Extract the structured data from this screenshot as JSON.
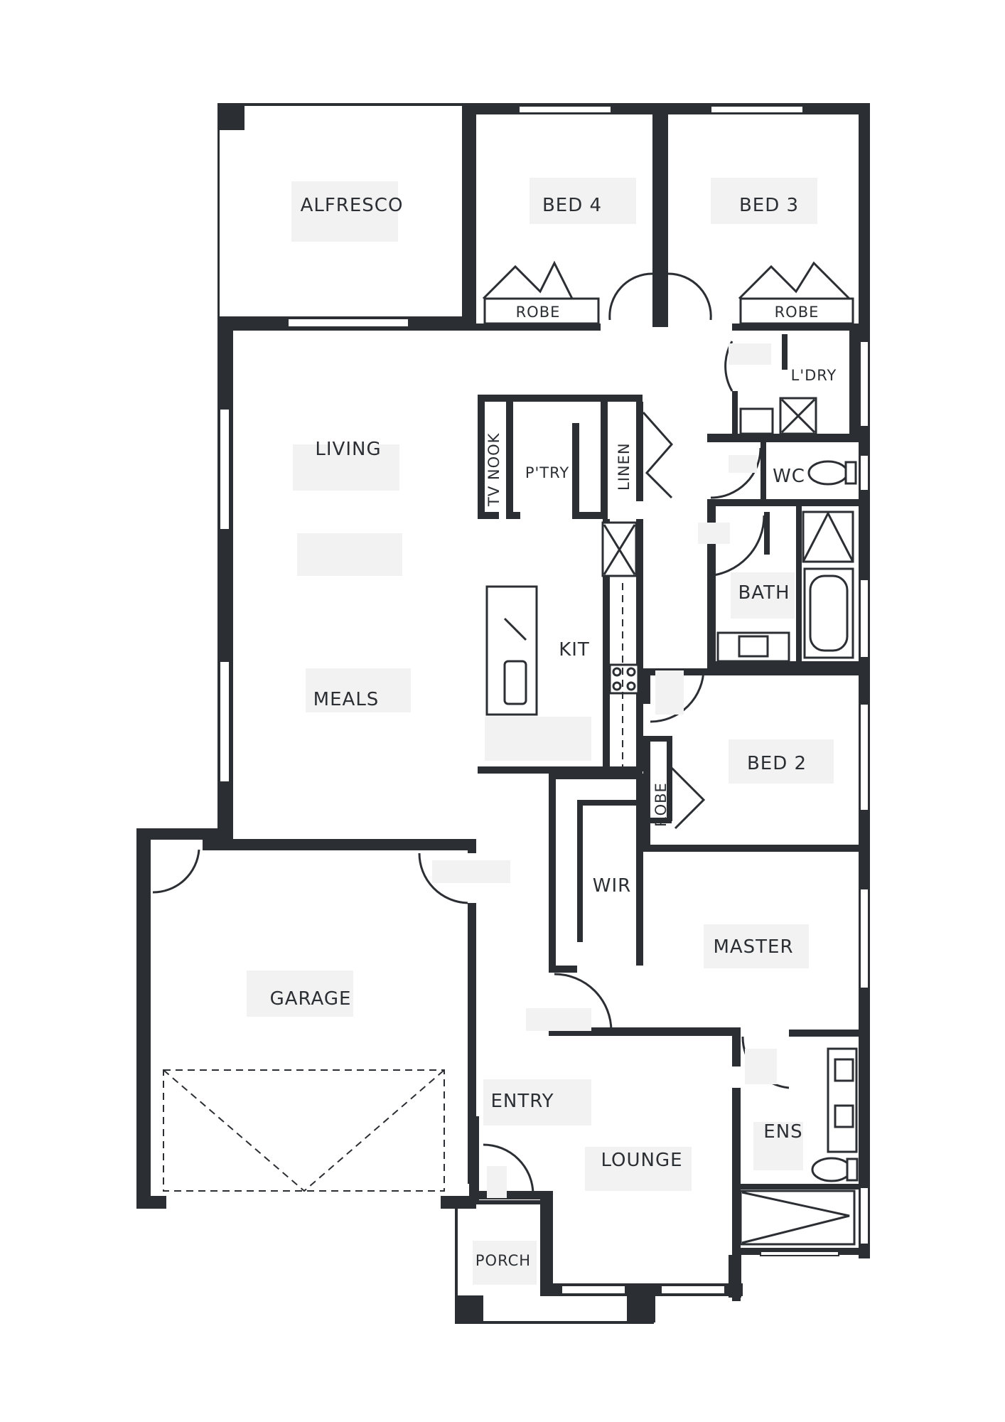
{
  "rooms": {
    "alfresco": "ALFRESCO",
    "bed4": "BED 4",
    "bed3": "BED 3",
    "robe_bed4": "ROBE",
    "robe_bed3": "ROBE",
    "laundry": "L'DRY",
    "living": "LIVING",
    "tv_nook": "TV NOOK",
    "pantry": "P'TRY",
    "linen": "LINEN",
    "wc": "WC",
    "bath": "BATH",
    "kit": "KIT",
    "meals": "MEALS",
    "bed2": "BED 2",
    "robe_bed2": "ROBE",
    "wir": "WIR",
    "master": "MASTER",
    "garage": "GARAGE",
    "entry": "ENTRY",
    "ens": "ENS",
    "lounge": "LOUNGE",
    "porch": "PORCH"
  }
}
